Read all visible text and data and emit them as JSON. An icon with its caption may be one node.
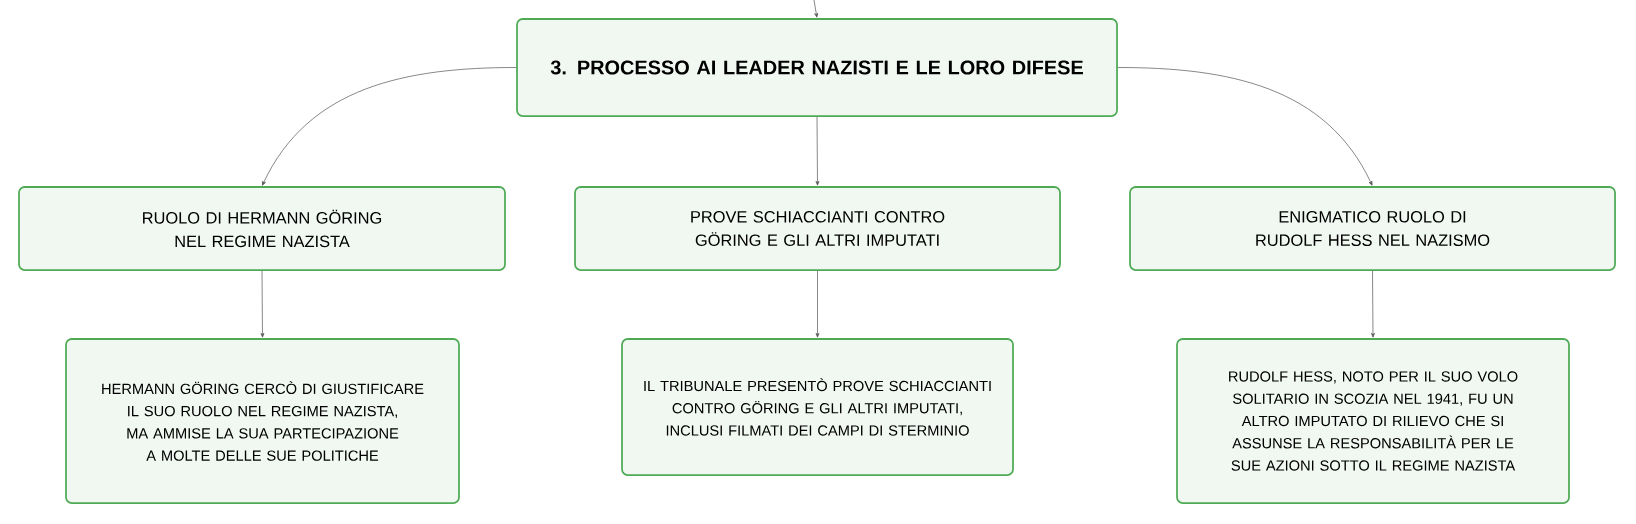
{
  "diagram": {
    "nodes": [
      {
        "text": [
          "3. PROCESSO AI LEADER NAZISTI E LE LORO DIFESE"
        ]
      },
      {
        "text": [
          "RUOLO DI HERMANN GÖRING NEL REGIME NAZISTA"
        ]
      },
      {
        "text": [
          "PROVE SCHIACCIANTI CONTRO GÖRING E GLI ALTRI IMPUTATI"
        ]
      },
      {
        "text": [
          "ENIGMATICO RUOLO DI RUDOLF HESS NEL NAZISMO"
        ]
      },
      {
        "text": [
          "HERMANN GÖRING CERCÒ DI GIUSTIFICARE IL SUO RUOLO NEL REGIME NAZISTA, MA AMMISE LA SUA PARTECIPAZIONE A MOLTE DELLE SUE POLITICHE"
        ]
      },
      {
        "text": [
          "IL TRIBUNALE PRESENTÒ PROVE SCHIACCIANTI CONTRO GÖRING E GLI ALTRI IMPUTATI, INCLUSI FILMATI DEI CAMPI DI STERMINIO"
        ]
      },
      {
        "text": [
          "RUDOLF HESS, NOTO PER IL SUO VOLO SOLITARIO IN SCOZIA NEL 1941, FU UN ALTRO IMPUTATO DI RILIEVO CHE SI ASSUNSE LA RESPONSABILITÀ PER LE SUE AZIONI SOTTO IL REGIME NAZISTA"
        ]
      }
    ],
    "edges": [
      {
        "from": null,
        "to": 0,
        "arrow": "to"
      },
      {
        "from": 0,
        "to": 1,
        "arrow": "to"
      },
      {
        "from": 0,
        "to": 2,
        "arrow": "to"
      },
      {
        "from": 0,
        "to": 3,
        "arrow": "to"
      },
      {
        "from": 1,
        "to": 4,
        "arrow": "to"
      },
      {
        "from": 2,
        "to": 5,
        "arrow": "to"
      },
      {
        "from": 3,
        "to": 6,
        "arrow": "to"
      }
    ]
  }
}
